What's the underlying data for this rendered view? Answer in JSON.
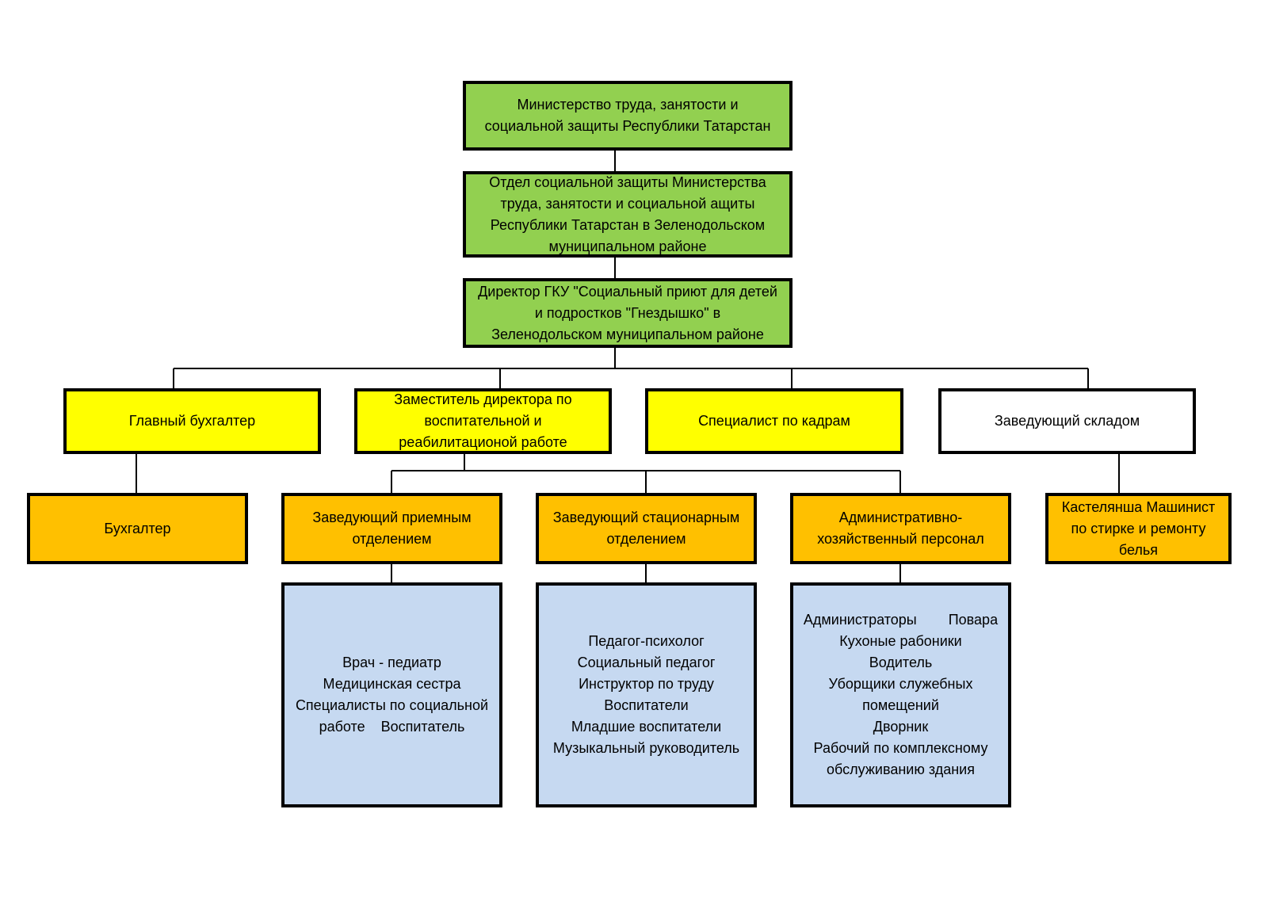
{
  "colors": {
    "level_ministry": "#92d050",
    "level_deputy": "#ffff00",
    "level_heads": "#ffc000",
    "level_staff": "#c6d9f1",
    "plain": "#ffffff",
    "border": "#000000"
  },
  "org": {
    "ministry": "Министерство труда, занятости и\nсоциальной защиты Республики Татарстан",
    "department": "Отдел социальной защиты Министерства\nтруда, занятости и социальной ащиты\nРеспублики Татарстан в Зеленодольском\nмуниципальном районе",
    "director": "Директор ГКУ \"Социальный приют для детей\nи подростков \"Гнездышко\" в\nЗеленодольском муниципальном районе",
    "chief_accountant": "Главный бухгалтер",
    "deputy_director": "Заместитель директора  по\nвоспитательной и\nреабилитационой работе",
    "hr_specialist": "Специалист по кадрам",
    "warehouse_head": "Заведующий складом",
    "accountant": "Бухгалтер",
    "reception_head": "Заведующий приемным\nотделением",
    "inpatient_head": "Заведующий стационарным\nотделением",
    "admin_staff": "Административно-\nхозяйственный персонал",
    "linen_staff": "Кастелянша  Машинист\nпо стирке и ремонту\nбелья",
    "reception_staff": "Врач - педиатр\nМедицинская сестра\nСпециалисты по социальной\nработе    Воспитатель",
    "inpatient_staff": "Педагог-психолог\nСоциальный педагог\nИнструктор по труду\nВоспитатели\nМладшие воспитатели\nМузыкальный руководитель",
    "admin_staff_list": "Администраторы        Повара\nКухоные рабоники\nВодитель\nУборщики служебных\nпомещений\nДворник\nРабочий по комплексному\nобслуживанию здания"
  }
}
